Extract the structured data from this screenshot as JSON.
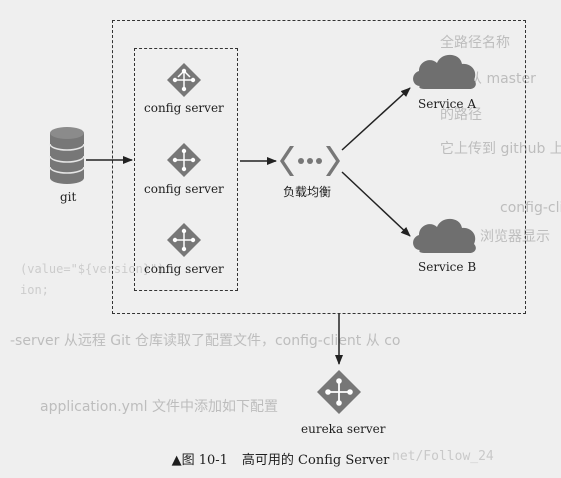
{
  "diagram": {
    "git_label": "git",
    "config_servers": [
      "config server",
      "config server",
      "config server"
    ],
    "load_balancer_label": "负载均衡",
    "services": [
      "Service A",
      "Service B"
    ],
    "eureka_label": "eureka server"
  },
  "caption": {
    "figure_number": "▲图 10-1",
    "title": "高可用的 Config Server"
  },
  "watermark": "net/Follow_24",
  "colors": {
    "icon_gray": "#777777",
    "cloud_gray": "#6f6f6f",
    "line": "#222222",
    "background": "#efefef"
  },
  "icons": {
    "git": "database-cylinder-icon",
    "config_server": "diamond-node-icon",
    "load_balancer": "chevron-dots-icon",
    "service": "cloud-icon",
    "eureka": "diamond-node-icon"
  }
}
